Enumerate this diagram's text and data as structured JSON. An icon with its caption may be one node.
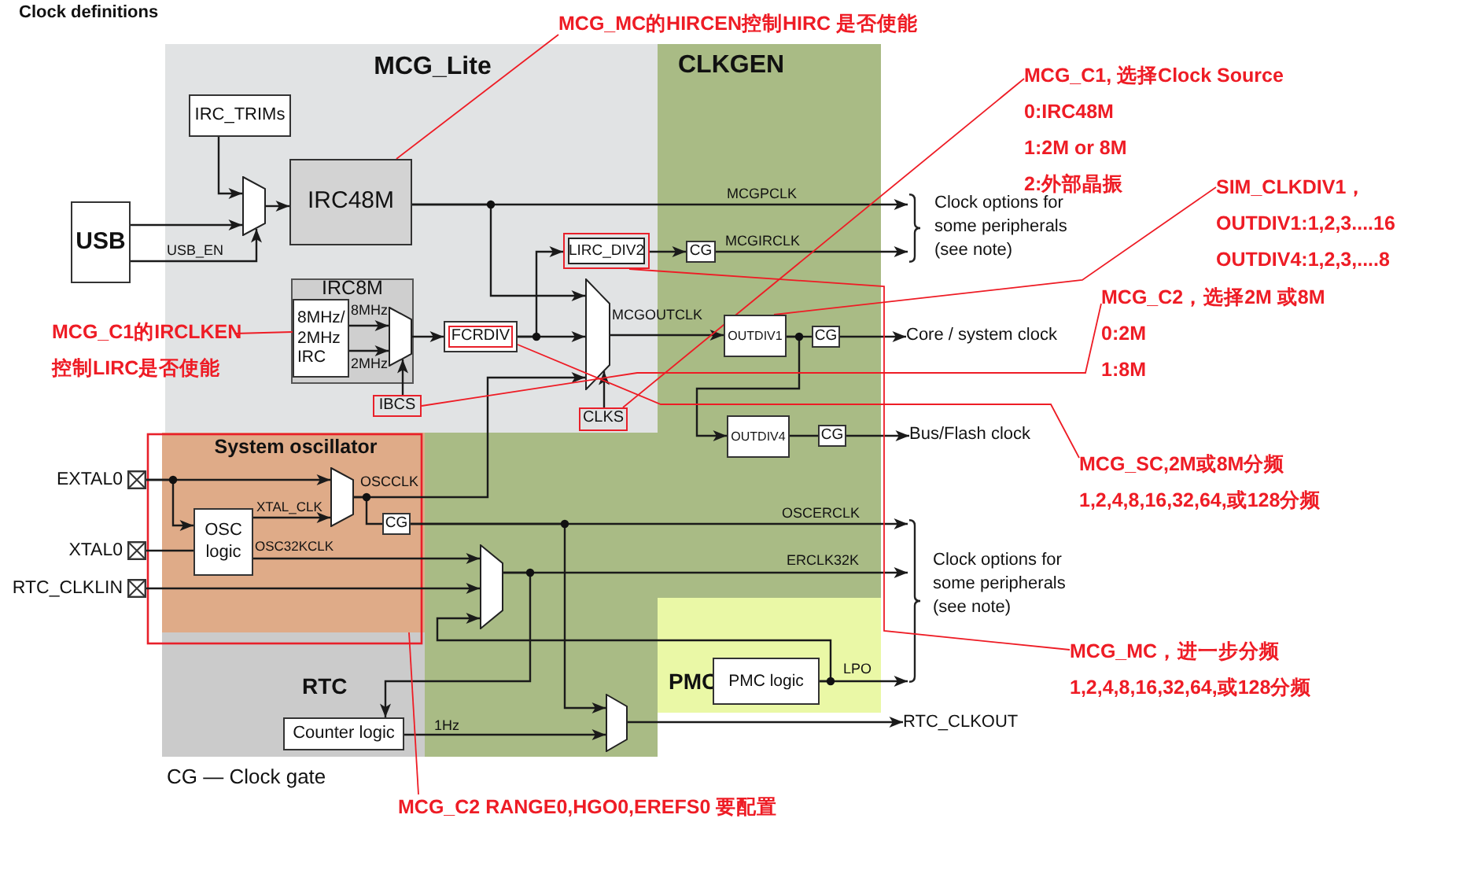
{
  "diagram": {
    "title": "Clock definitions",
    "nodes": [
      {
        "text": [
          "MCG_Lite"
        ]
      },
      {
        "text": [
          "IRC_TRIMs"
        ],
        "in": 0
      },
      {
        "text": [],
        "shape": "trapezoid",
        "in": 0
      },
      {
        "text": [
          "USB"
        ]
      },
      {
        "text": [
          "IRC48M"
        ],
        "in": 0
      },
      {
        "text": [
          "IRC8M"
        ],
        "in": 0
      },
      {
        "text": [
          "8MHz/ 2MHz IRC"
        ],
        "in": 5
      },
      {
        "text": [],
        "shape": "trapezoid",
        "in": 5
      },
      {
        "text": [
          "IBCS"
        ],
        "in": 0
      },
      {
        "text": [
          "FCRDIV"
        ],
        "in": 0
      },
      {
        "text": [
          "LIRC_DIV2"
        ],
        "in": 0
      },
      {
        "text": [],
        "shape": "trapezoid",
        "in": 0
      },
      {
        "text": [
          "CLKS"
        ],
        "in": 0
      },
      {
        "text": [
          "CLKGEN"
        ]
      },
      {
        "text": [
          "CG"
        ],
        "in": 13
      },
      {
        "text": [
          "OUTDIV1"
        ],
        "in": 13
      },
      {
        "text": [
          "CG"
        ],
        "in": 13
      },
      {
        "text": [
          "OUTDIV4"
        ],
        "in": 13
      },
      {
        "text": [
          "CG"
        ],
        "in": 13
      },
      {
        "text": [
          "Clock options for some peripherals (see note)"
        ]
      },
      {
        "text": [
          "Core / system clock"
        ]
      },
      {
        "text": [
          "Bus/Flash clock"
        ]
      },
      {
        "text": [
          "System oscillator"
        ]
      },
      {
        "text": [
          "EXTAL0"
        ]
      },
      {
        "text": [
          "XTAL0"
        ]
      },
      {
        "text": [
          "RTC_CLKLIN"
        ]
      },
      {
        "text": [
          "OSC logic"
        ],
        "in": 22
      },
      {
        "text": [],
        "shape": "trapezoid",
        "in": 22
      },
      {
        "text": [
          "CG"
        ],
        "in": 22
      },
      {
        "text": [],
        "shape": "trapezoid",
        "in": 13
      },
      {
        "text": [
          "RTC"
        ]
      },
      {
        "text": [
          "Counter logic"
        ],
        "in": 30
      },
      {
        "text": [],
        "shape": "trapezoid",
        "in": 13
      },
      {
        "text": [
          "PMC"
        ]
      },
      {
        "text": [
          "PMC logic"
        ],
        "in": 33
      },
      {
        "text": [
          "Clock options for some peripherals (see note)"
        ]
      },
      {
        "text": [
          "RTC_CLKOUT"
        ]
      },
      {
        "text": [
          "MCG_MC的HIRCEN控制HIRC 是否使能"
        ]
      },
      {
        "text": [
          "MCG_C1的IRCLKEN",
          "控制LIRC是否使能"
        ]
      },
      {
        "text": [
          "MCG_C1, 选择Clock Source",
          "0:IRC48M",
          "1:2M or 8M",
          "2:外部晶振"
        ]
      },
      {
        "text": [
          "SIM_CLKDIV1，",
          "OUTDIV1:1,2,3....16",
          "OUTDIV4:1,2,3,....8"
        ]
      },
      {
        "text": [
          "MCG_C2，选择2M 或8M",
          "0:2M",
          "1:8M"
        ]
      },
      {
        "text": [
          "MCG_SC,2M或8M分频",
          "1,2,4,8,16,32,64,或128分频"
        ]
      },
      {
        "text": [
          "MCG_MC，进一步分频",
          "1,2,4,8,16,32,64,或128分频"
        ]
      },
      {
        "text": [
          "MCG_C2 RANGE0,HGO0,EREFS0 要配置"
        ]
      }
    ],
    "edges": [
      {
        "from": 1,
        "to": 2,
        "arrow": "to"
      },
      {
        "from": 3,
        "to": 2,
        "arrow": "to"
      },
      {
        "from": 3,
        "to": 2,
        "arrow": "to",
        "label": "USB_EN"
      },
      {
        "from": 2,
        "to": 4,
        "arrow": "to"
      },
      {
        "from": 4,
        "to": 19,
        "arrow": "to",
        "label": "MCGPCLK"
      },
      {
        "from": 4,
        "to": 11,
        "arrow": "to"
      },
      {
        "from": 6,
        "to": 7,
        "arrow": "to",
        "label": "8MHz"
      },
      {
        "from": 6,
        "to": 7,
        "arrow": "to",
        "label": "2MHz"
      },
      {
        "from": 8,
        "to": 7,
        "arrow": "to"
      },
      {
        "from": 7,
        "to": 9,
        "arrow": "to"
      },
      {
        "from": 9,
        "to": 10,
        "arrow": "to"
      },
      {
        "from": 9,
        "to": 11,
        "arrow": "to"
      },
      {
        "from": 10,
        "to": 14,
        "arrow": "to"
      },
      {
        "from": 14,
        "to": 19,
        "arrow": "to",
        "label": "MCGIRCLK"
      },
      {
        "from": 27,
        "to": 11,
        "arrow": "to",
        "label": "OSCCLK"
      },
      {
        "from": 12,
        "to": 11,
        "arrow": "to"
      },
      {
        "from": 11,
        "to": 15,
        "arrow": "to",
        "label": "MCGOUTCLK"
      },
      {
        "from": 15,
        "to": 16,
        "arrow": "none"
      },
      {
        "from": 16,
        "to": 20,
        "arrow": "to"
      },
      {
        "from": 15,
        "to": 17,
        "arrow": "to"
      },
      {
        "from": 17,
        "to": 18,
        "arrow": "none"
      },
      {
        "from": 18,
        "to": 21,
        "arrow": "to"
      },
      {
        "from": 23,
        "to": 27,
        "arrow": "to"
      },
      {
        "from": 23,
        "to": 26,
        "arrow": "to"
      },
      {
        "from": 24,
        "to": 26,
        "arrow": "none"
      },
      {
        "from": 26,
        "to": 27,
        "arrow": "to",
        "label": "XTAL_CLK"
      },
      {
        "from": 27,
        "to": 28,
        "arrow": "none"
      },
      {
        "from": 28,
        "to": 35,
        "arrow": "to",
        "label": "OSCERCLK"
      },
      {
        "from": 28,
        "to": 32,
        "arrow": "to"
      },
      {
        "from": 26,
        "to": 29,
        "arrow": "to",
        "label": "OSC32KCLK"
      },
      {
        "from": 25,
        "to": 29,
        "arrow": "to"
      },
      {
        "from": 34,
        "to": 29,
        "arrow": "to"
      },
      {
        "from": 29,
        "to": 35,
        "arrow": "to",
        "label": "ERCLK32K"
      },
      {
        "from": 29,
        "to": 31,
        "arrow": "to"
      },
      {
        "from": 31,
        "to": 32,
        "arrow": "to",
        "label": "1Hz"
      },
      {
        "from": 32,
        "to": 36,
        "arrow": "to"
      },
      {
        "from": 34,
        "to": 35,
        "arrow": "to",
        "label": "LPO"
      },
      {
        "from": 37,
        "to": 4,
        "arrow": "none",
        "color": "#ee1c25"
      },
      {
        "from": 38,
        "to": 6,
        "arrow": "none",
        "color": "#ee1c25"
      },
      {
        "from": 39,
        "to": 12,
        "arrow": "none",
        "color": "#ee1c25"
      },
      {
        "from": 40,
        "to": 15,
        "arrow": "none",
        "color": "#ee1c25"
      },
      {
        "from": 41,
        "to": 8,
        "arrow": "none",
        "color": "#ee1c25"
      },
      {
        "from": 42,
        "to": 9,
        "arrow": "none",
        "color": "#ee1c25"
      },
      {
        "from": 43,
        "to": 10,
        "arrow": "none",
        "color": "#ee1c25"
      },
      {
        "from": 44,
        "to": 22,
        "arrow": "none",
        "color": "#ee1c25"
      }
    ],
    "labels": [
      "CG — Clock gate"
    ]
  }
}
